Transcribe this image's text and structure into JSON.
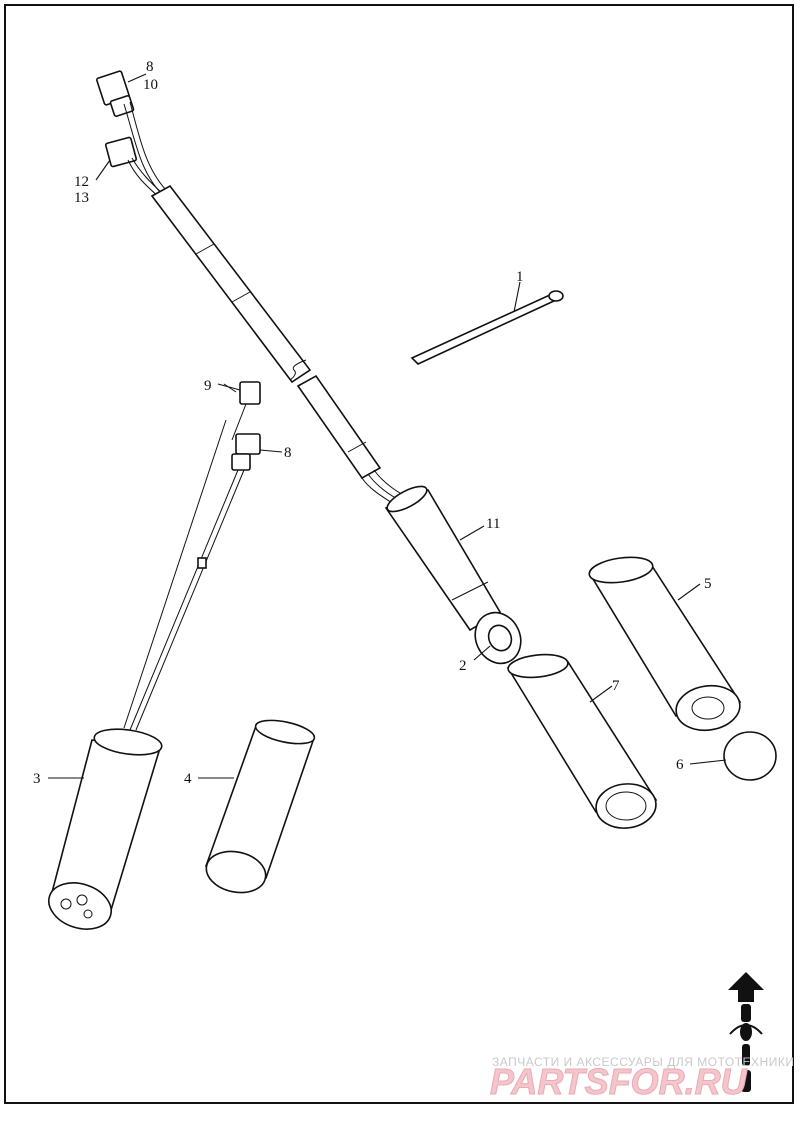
{
  "callouts": [
    {
      "id": "c8a",
      "text": "8"
    },
    {
      "id": "c10",
      "text": "10"
    },
    {
      "id": "c12",
      "text": "12"
    },
    {
      "id": "c13",
      "text": "13"
    },
    {
      "id": "c1",
      "text": "1"
    },
    {
      "id": "c9",
      "text": "9"
    },
    {
      "id": "c8b",
      "text": "8"
    },
    {
      "id": "c11",
      "text": "11"
    },
    {
      "id": "c5",
      "text": "5"
    },
    {
      "id": "c2",
      "text": "2"
    },
    {
      "id": "c7",
      "text": "7"
    },
    {
      "id": "c3",
      "text": "3"
    },
    {
      "id": "c4",
      "text": "4"
    },
    {
      "id": "c6",
      "text": "6"
    }
  ],
  "watermark": {
    "caption": "ЗАПЧАСТИ И АКСЕССУАРЫ ДЛЯ МОТОТЕХНИКИ",
    "brand": "PARTSFOR.RU"
  },
  "colors": {
    "line": "#111111",
    "watermark_text": "#c9c9c9",
    "watermark_brand": "#f4c6cc"
  },
  "icons": [
    "front-direction-arrow-icon",
    "motorcycle-topview-icon"
  ]
}
